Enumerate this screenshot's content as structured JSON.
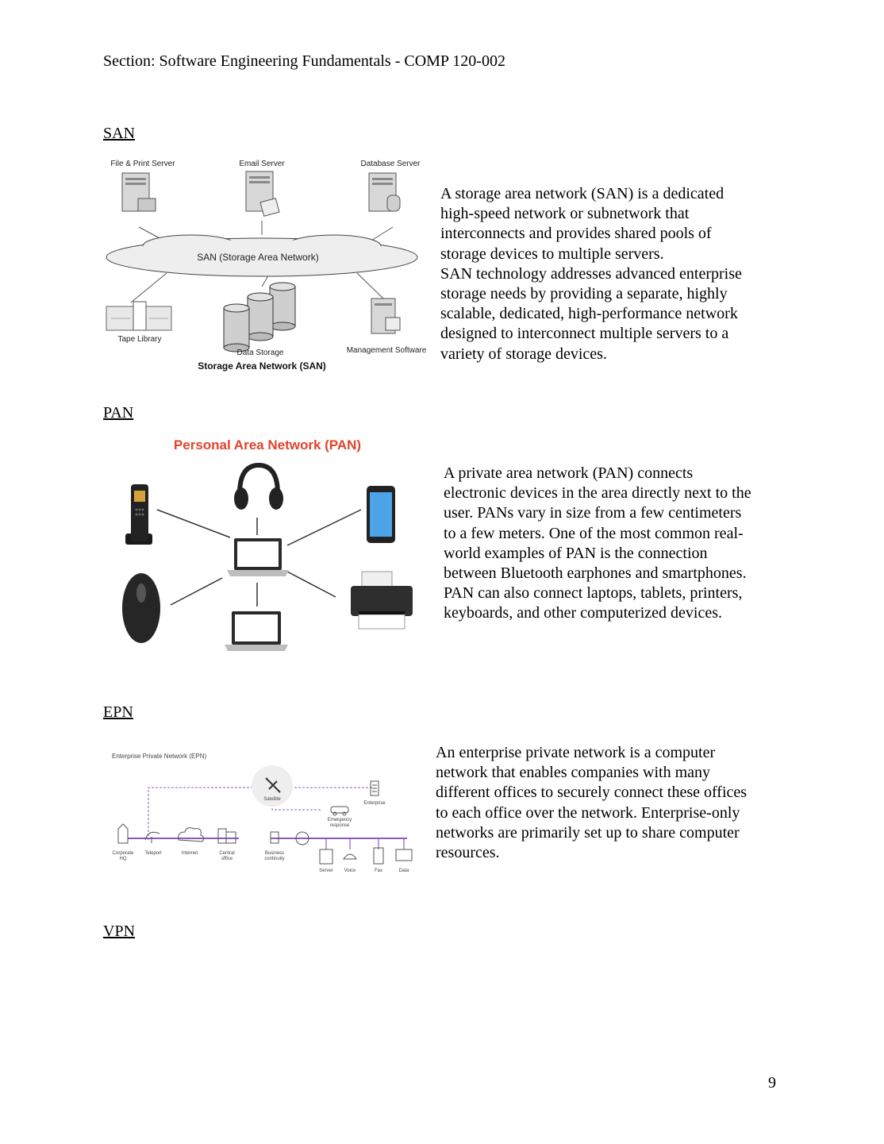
{
  "header": {
    "section": "Section: Software Engineering Fundamentals - COMP 120-002"
  },
  "san": {
    "heading": "SAN",
    "text": "A storage area network (SAN) is a dedicated\nhigh-speed network or subnetwork that\ninterconnects and provides shared pools of\nstorage devices to multiple servers.\nSAN technology addresses advanced enterprise\nstorage needs by providing a separate, highly\nscalable, dedicated, high-performance network\ndesigned to interconnect multiple servers to a\nvariety of storage devices.",
    "figure": {
      "file_server": "File & Print Server",
      "email_server": "Email Server",
      "db_server": "Database Server",
      "cloud": "SAN (Storage Area Network)",
      "tape": "Tape Library",
      "storage": "Data Storage",
      "mgmt": "Management Software",
      "caption": "Storage Area Network (SAN)"
    }
  },
  "pan": {
    "heading": "PAN",
    "text": "A private area network (PAN) connects\nelectronic devices in the area directly next to the\nuser. PANs vary in size from a few centimeters\nto a few meters. One of the most common real-\nworld examples of PAN is the connection\nbetween Bluetooth earphones and smartphones.\nPAN can also connect laptops, tablets, printers,\nkeyboards, and other computerized devices.",
    "figure": {
      "title": "Personal Area Network (PAN)",
      "title_color": "#e0432c"
    }
  },
  "epn": {
    "heading": "EPN",
    "text": "An enterprise private network is a computer\nnetwork that enables companies with many\ndifferent offices to securely connect these offices\nto each office over the network. Enterprise-only\nnetworks are primarily set up to share computer\nresources.",
    "figure": {
      "title": "Enterprise Private Network (EPN)",
      "satellite": "Satellite",
      "enterprise": "Enterprise",
      "emergency": "Emergency",
      "response": "response",
      "corp1": "Corporate",
      "corp2": "HQ",
      "teleport": "Teleport",
      "internet": "Internet",
      "central1": "Central",
      "central2": "office",
      "business1": "Business",
      "business2": "continuity",
      "server": "Server",
      "voice": "Voice",
      "fax": "Fax",
      "data": "Data",
      "accent_color": "#8a5cc0"
    }
  },
  "vpn": {
    "heading": "VPN"
  },
  "page_number": "9"
}
